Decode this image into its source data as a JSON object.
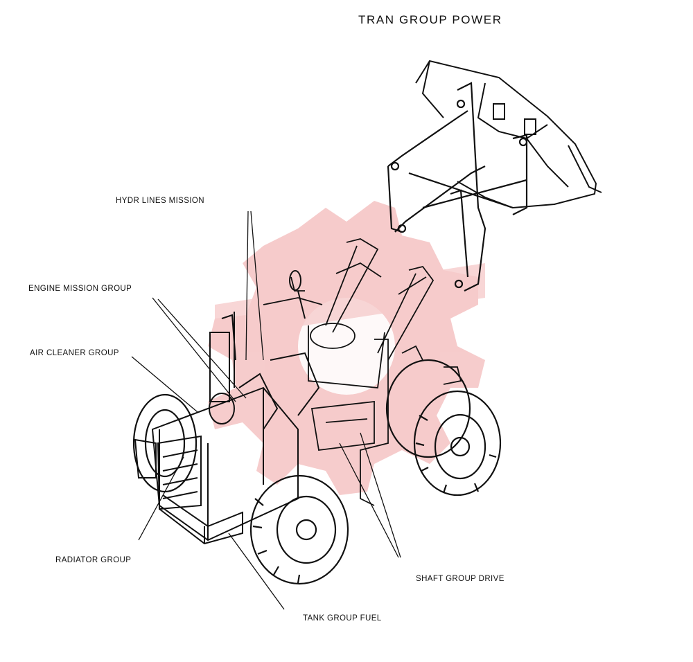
{
  "diagram": {
    "title": "TRAN GROUP POWER",
    "labels": {
      "hydr_lines_mission": "HYDR LINES MISSION",
      "engine_mission_group": "ENGINE MISSION GROUP",
      "air_cleaner_group": "AIR CLEANER GROUP",
      "radiator_group": "RADIATOR GROUP",
      "shaft_group_drive": "SHAFT GROUP DRIVE",
      "tank_group_fuel": "TANK GROUP FUEL"
    },
    "subject": "wheel-loader-illustration",
    "watermark": "gear-watermark",
    "colors": {
      "ink": "#111111",
      "watermark": "#e04848",
      "background": "#ffffff"
    }
  }
}
